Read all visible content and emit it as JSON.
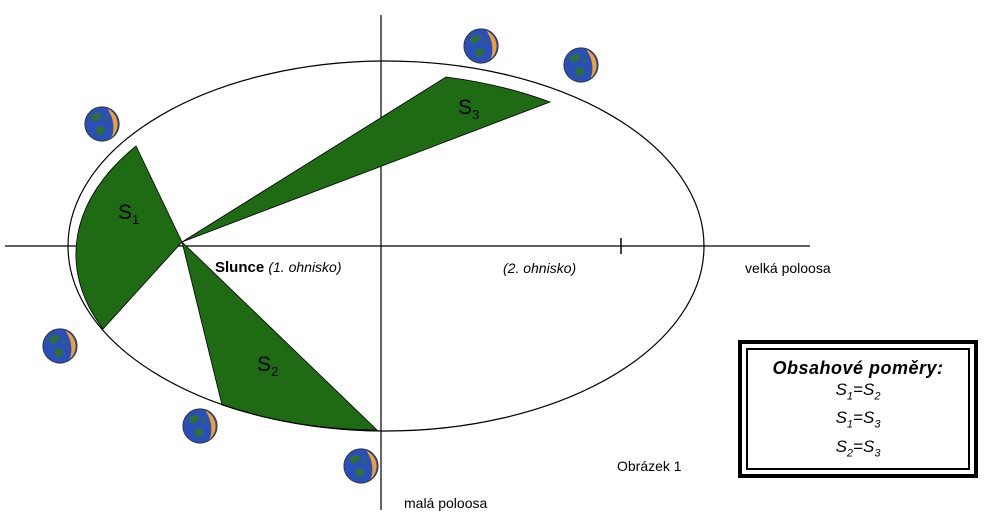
{
  "diagram": {
    "sun_label": "Slunce",
    "focus1_label": "(1. ohnisko)",
    "focus2_label": "(2. ohnisko)",
    "major_axis_label": "velká poloosa",
    "minor_axis_label": "malá poloosa",
    "figure_caption": "Obrázek 1",
    "areas": [
      {
        "letter": "S",
        "index": "1"
      },
      {
        "letter": "S",
        "index": "2"
      },
      {
        "letter": "S",
        "index": "3"
      }
    ],
    "colors": {
      "sector": "#1e6b14",
      "ocean": "#2a4fb8",
      "land": "#2e6e3a",
      "sunlit": "#f0a030"
    },
    "icon": "earth-icon"
  },
  "legend": {
    "title": "Obsahové poměry:",
    "equations": [
      {
        "a": "S",
        "ai": "1",
        "eq": "=",
        "b": "S",
        "bi": "2"
      },
      {
        "a": "S",
        "ai": "1",
        "eq": "=",
        "b": "S",
        "bi": "3"
      },
      {
        "a": "S",
        "ai": "2",
        "eq": "=",
        "b": "S",
        "bi": "3"
      }
    ]
  }
}
